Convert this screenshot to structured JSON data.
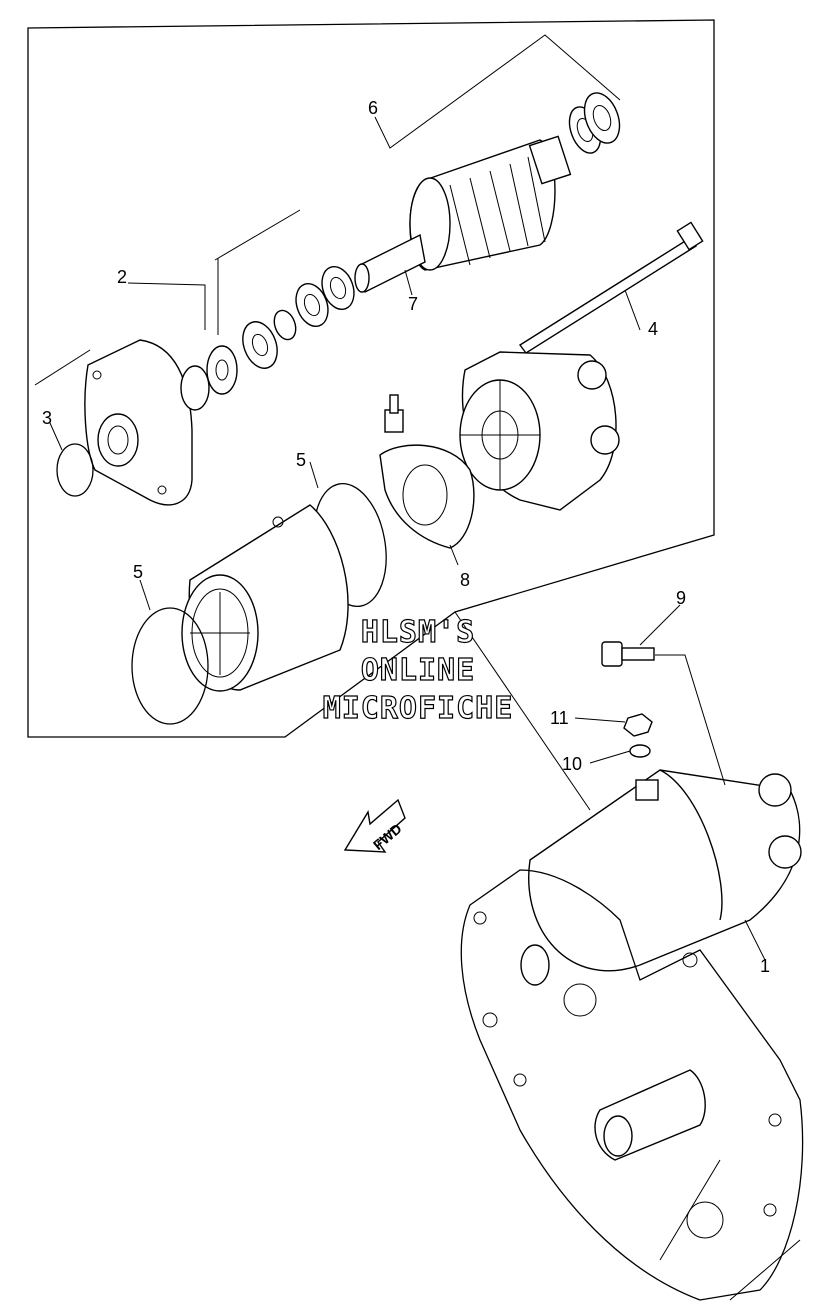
{
  "callouts": {
    "c1": "1",
    "c2": "2",
    "c3": "3",
    "c4": "4",
    "c5a": "5",
    "c5b": "5",
    "c6": "6",
    "c7": "7",
    "c8": "8",
    "c9": "9",
    "c10": "10",
    "c11": "11"
  },
  "watermark": {
    "line1": "HLSM'S",
    "line2": "ONLINE",
    "line3": "MICROFICHE"
  },
  "fwd_label": "FWD",
  "colors": {
    "line": "#000000",
    "background": "#ffffff"
  }
}
